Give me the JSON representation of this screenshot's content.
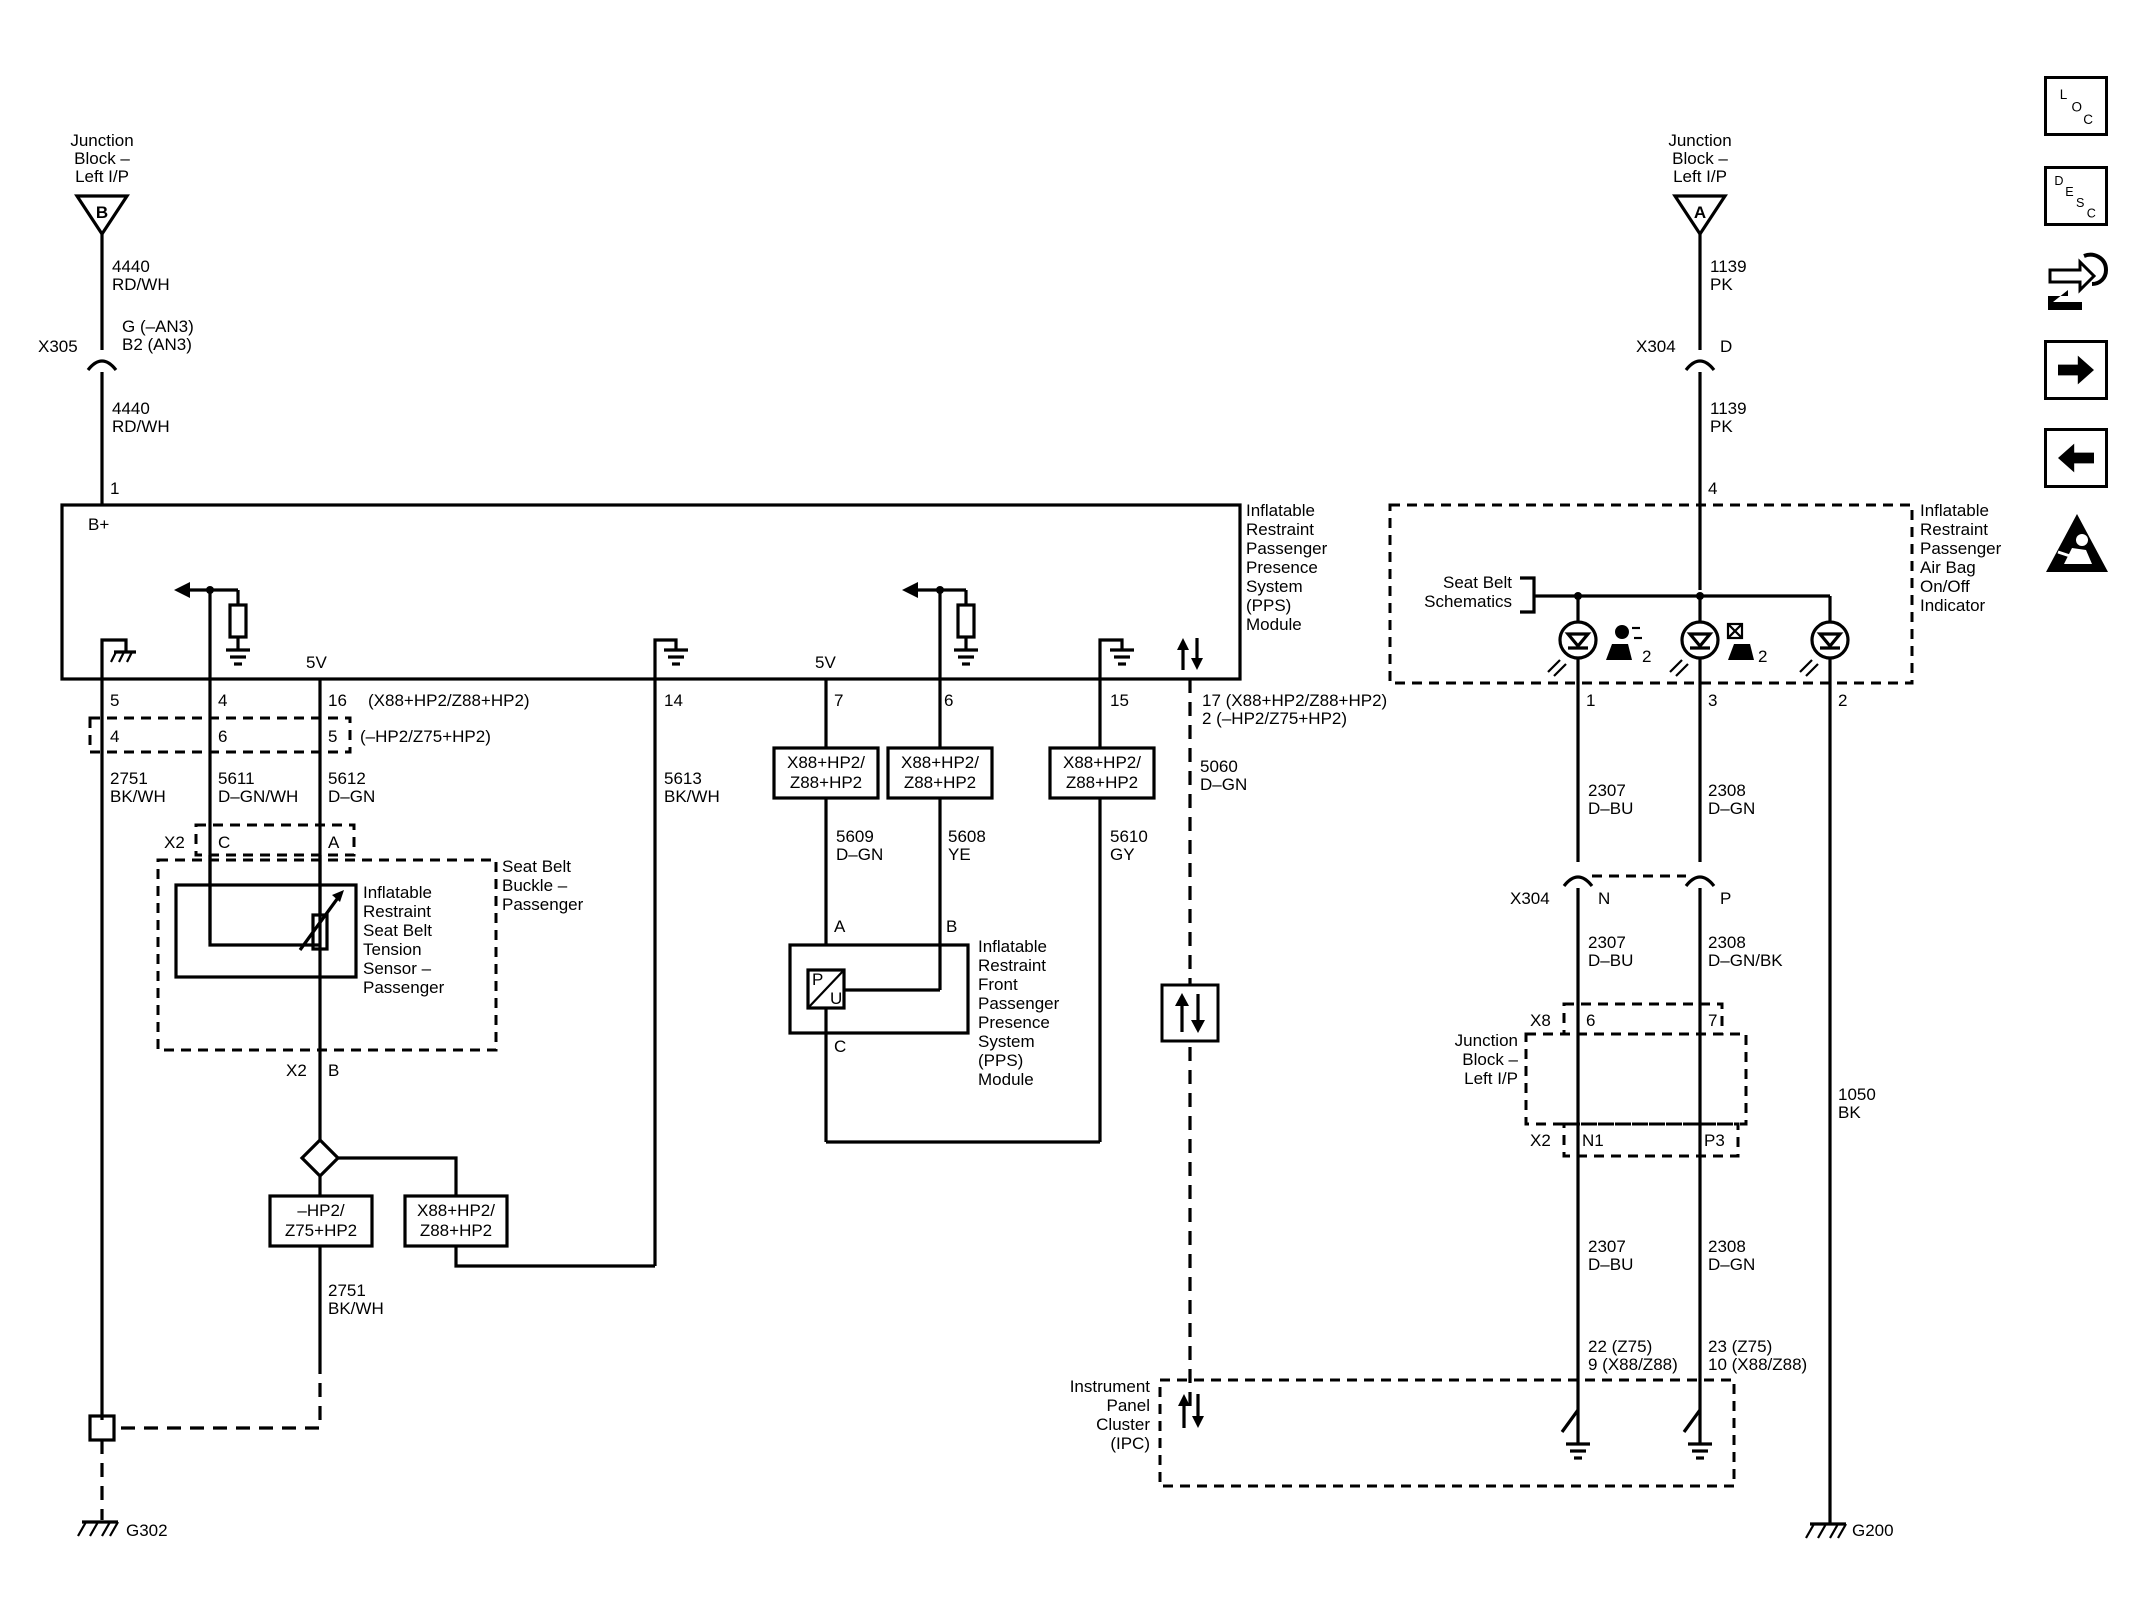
{
  "left": {
    "junction_label": [
      "Junction",
      "Block –",
      "Left I/P"
    ],
    "junction_pin": "B",
    "wire_top": [
      "4440",
      "RD/WH"
    ],
    "x305": "X305",
    "x305_pins": [
      "G (–AN3)",
      "B2 (AN3)"
    ],
    "wire_mid": [
      "4440",
      "RD/WH"
    ],
    "pin1": "1",
    "bplus": "B+",
    "fivev1": "5V",
    "fivev2": "5V",
    "module_label": [
      "Inflatable",
      "Restraint",
      "Passenger",
      "Presence",
      "System",
      "(PPS)",
      "Module"
    ],
    "pinrow1": [
      "5",
      "4",
      "16",
      "(X88+HP2/Z88+HP2)"
    ],
    "pinrow2": [
      "4",
      "6",
      "5",
      "(–HP2/Z75+HP2)"
    ],
    "pin14": "14",
    "pin7": "7",
    "pin6": "6",
    "pin15": "15",
    "pin17": "17 (X88+HP2/Z88+HP2)",
    "pin2": "2   (–HP2/Z75+HP2)",
    "w2751": [
      "2751",
      "BK/WH"
    ],
    "w5611": [
      "5611",
      "D–GN/WH"
    ],
    "w5612": [
      "5612",
      "D–GN"
    ],
    "w5613": [
      "5613",
      "BK/WH"
    ],
    "w5060": [
      "5060",
      "D–GN"
    ],
    "opt_box": [
      "X88+HP2/",
      "Z88+HP2"
    ],
    "x2": "X2",
    "x2c": "C",
    "x2a": "A",
    "x2b_conn": "X2",
    "x2b_pin": "B",
    "buckle_label": [
      "Seat Belt",
      "Buckle –",
      "Passenger"
    ],
    "sensor_label": [
      "Inflatable",
      "Restraint",
      "Seat Belt",
      "Tension",
      "Sensor –",
      "Passenger"
    ],
    "w5609": [
      "5609",
      "D–GN"
    ],
    "w5608": [
      "5608",
      "YE"
    ],
    "w5610": [
      "5610",
      "GY"
    ],
    "pinA": "A",
    "pinB": "B",
    "pinC": "C",
    "fppps_label": [
      "Inflatable",
      "Restraint",
      "Front",
      "Passenger",
      "Presence",
      "System",
      "(PPS)",
      "Module"
    ],
    "pu": [
      "P",
      "U"
    ],
    "opt_hp2": [
      "–HP2/",
      "Z75+HP2"
    ],
    "opt_x88": [
      "X88+HP2/",
      "Z88+HP2"
    ],
    "w2751b": [
      "2751",
      "BK/WH"
    ],
    "g302": "G302"
  },
  "right": {
    "junction_label": [
      "Junction",
      "Block –",
      "Left I/P"
    ],
    "junction_pin": "A",
    "w1139": [
      "1139",
      "PK"
    ],
    "x304": "X304",
    "x304_pin": "D",
    "w1139b": [
      "1139",
      "PK"
    ],
    "pin4": "4",
    "indicator_label": [
      "Inflatable",
      "Restraint",
      "Passenger",
      "Air Bag",
      "On/Off",
      "Indicator"
    ],
    "seatbelt_label": [
      "Seat Belt",
      "Schematics"
    ],
    "icon_sub": "2",
    "pins": [
      "1",
      "3",
      "2"
    ],
    "w2307": [
      "2307",
      "D–BU"
    ],
    "w2308": [
      "2308",
      "D–GN"
    ],
    "x304b": "X304",
    "x304b_pins": [
      "N",
      "P"
    ],
    "w2307b": [
      "2307",
      "D–BU"
    ],
    "w2308b": [
      "2308",
      "D–GN/BK"
    ],
    "x8": "X8",
    "x8_pins": [
      "6",
      "7"
    ],
    "jb_label": [
      "Junction",
      "Block –",
      "Left I/P"
    ],
    "x2": "X2",
    "x2_pins": [
      "N1",
      "P3"
    ],
    "w1050": [
      "1050",
      "BK"
    ],
    "w2307c": [
      "2307",
      "D–BU"
    ],
    "w2308c": [
      "2308",
      "D–GN"
    ],
    "ipc_pins_a": [
      "22 (Z75)",
      "9 (X88/Z88)"
    ],
    "ipc_pins_b": [
      "23 (Z75)",
      "10 (X88/Z88)"
    ],
    "ipc_label": [
      "Instrument",
      "Panel",
      "Cluster",
      "(IPC)"
    ],
    "g200": "G200"
  },
  "nav": {
    "loc": [
      "L",
      "O",
      "C"
    ],
    "desc": [
      "D",
      "E",
      "S",
      "C"
    ]
  }
}
